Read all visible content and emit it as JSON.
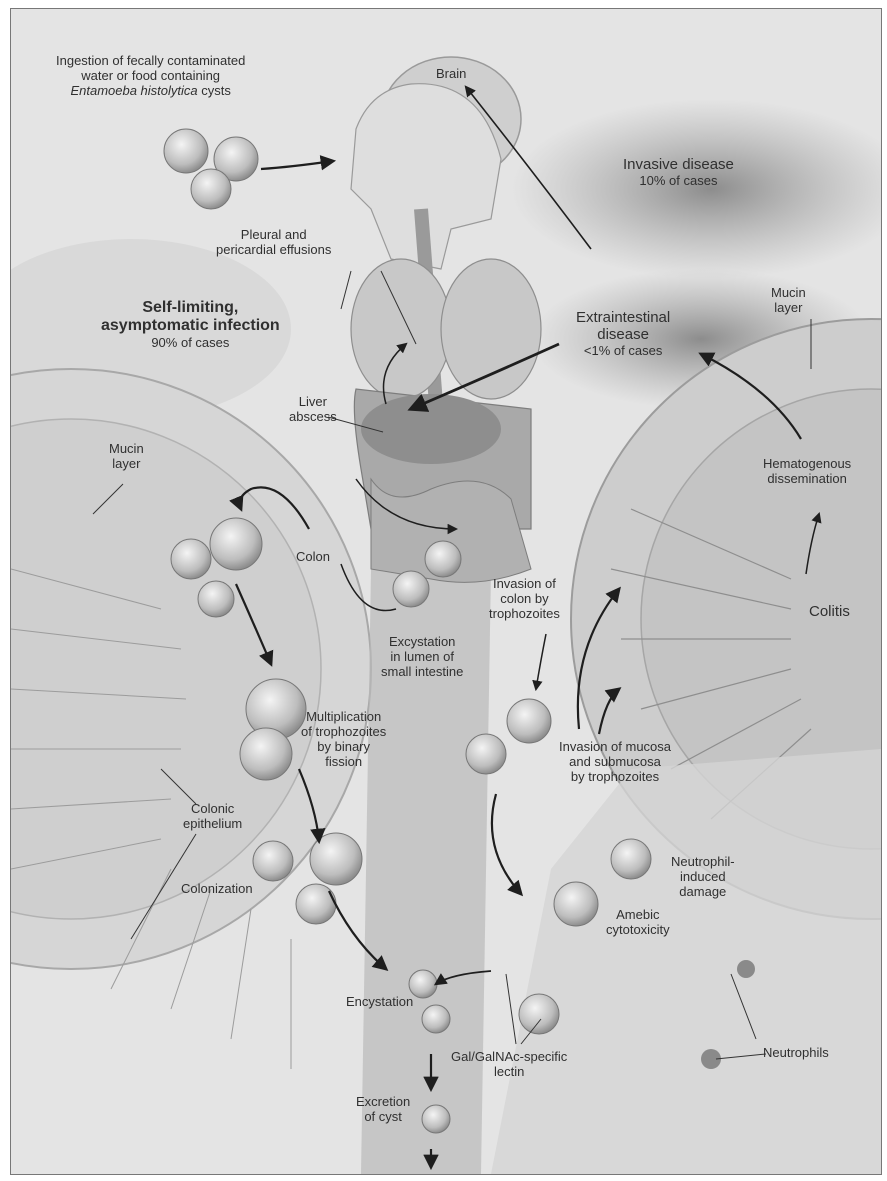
{
  "figure": {
    "ingestion": {
      "line1": "Ingestion of fecally contaminated",
      "line2": "water or food containing",
      "line3_italic": "Entamoeba histolytica",
      "line3_rest": " cysts"
    },
    "brain": "Brain",
    "invasive_disease": {
      "title": "Invasive disease",
      "pct": "10% of cases"
    },
    "pleural": {
      "line1": "Pleural and",
      "line2": "pericardial effusions"
    },
    "self_limiting": {
      "line1": "Self-limiting,",
      "line2": "asymptomatic infection",
      "pct": "90% of cases"
    },
    "extraintestinal": {
      "line1": "Extraintestinal",
      "line2": "disease",
      "pct": "<1% of cases"
    },
    "mucin_right": {
      "line1": "Mucin",
      "line2": "layer"
    },
    "liver": {
      "line1": "Liver",
      "line2": "abscess"
    },
    "mucin_left": {
      "line1": "Mucin",
      "line2": "layer"
    },
    "hematogenous": {
      "line1": "Hematogenous",
      "line2": "dissemination"
    },
    "colon": "Colon",
    "invasion_colon": {
      "line1": "Invasion of",
      "line2": "colon by",
      "line3": "trophozoites"
    },
    "colitis": "Colitis",
    "excystation": {
      "line1": "Excystation",
      "line2": "in lumen of",
      "line3": "small intestine"
    },
    "multiplication": {
      "line1": "Multiplication",
      "line2": "of trophozoites",
      "line3": "by binary",
      "line4": "fission"
    },
    "invasion_mucosa": {
      "line1": "Invasion of mucosa",
      "line2": "and submucosa",
      "line3": "by trophozoites"
    },
    "colonic_epithelium": {
      "line1": "Colonic",
      "line2": "epithelium"
    },
    "neutrophil_damage": {
      "line1": "Neutrophil-",
      "line2": "induced",
      "line3": "damage"
    },
    "colonization": "Colonization",
    "amebic": {
      "line1": "Amebic",
      "line2": "cytotoxicity"
    },
    "encystation": "Encystation",
    "neutrophils": "Neutrophils",
    "lectin": {
      "line1": "Gal/GalNAc-specific",
      "line2": "lectin"
    },
    "excretion": {
      "line1": "Excretion",
      "line2": "of cyst"
    }
  }
}
